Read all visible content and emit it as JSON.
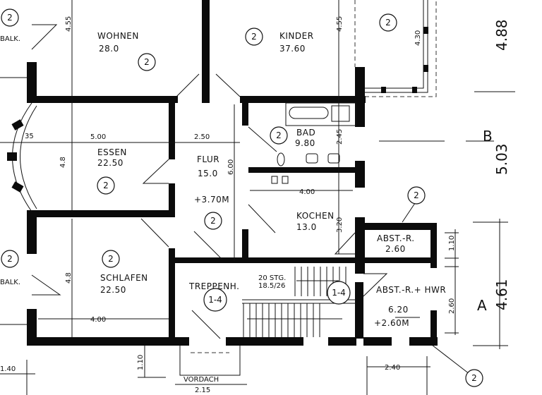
{
  "rooms": [
    {
      "name": "WOHNEN",
      "area": "28.0"
    },
    {
      "name": "KINDER",
      "area": "37.60"
    },
    {
      "name": "ESSEN",
      "area": "22.50"
    },
    {
      "name": "FLUR",
      "area": "15.0"
    },
    {
      "name": "BAD",
      "area": "9.80"
    },
    {
      "name": "KOCHEN",
      "area": "13.0"
    },
    {
      "name": "SCHLAFEN",
      "area": "22.50"
    },
    {
      "name": "TREPPENH.",
      "area": ""
    },
    {
      "name": "ABST.-R.",
      "area": "2.60"
    },
    {
      "name": "ABST.-R.+ HWR",
      "area": "6.20"
    },
    {
      "name": "VORDACH",
      "area": "2.15"
    },
    {
      "name": "BALK.",
      "area": ""
    },
    {
      "name": "BALK.",
      "area": ""
    }
  ],
  "levels": {
    "flur": "+3.70M",
    "hwr": "+2.60M"
  },
  "stair_note": {
    "line1": "20 STG.",
    "line2": "18.5/26"
  },
  "dimensions": {
    "wohnen_h": "4.55",
    "kinder_h": "4.55",
    "bay_h": "4.30",
    "right_top": "4.88",
    "essen_w": "5.00",
    "flur_w": "2.50",
    "flur_h": "6.00",
    "essen_h": "4.8",
    "bad_h": "2.45",
    "kochen_w": "4.00",
    "kochen_h": "3.20",
    "right_mid": "5.03",
    "schlafen_h": "4.8",
    "schlafen_w": "4.00",
    "abst_h": "1.10",
    "hwr_h": "2.60",
    "right_low": "4.61",
    "hwr_w": "2.40",
    "left_bottom": "1.40",
    "vordach_h": "1.10",
    "essen_bay": "35"
  },
  "section_markers": {
    "a": "A",
    "b": "B"
  },
  "markers": {
    "unit": "2",
    "stair": "1-4"
  }
}
